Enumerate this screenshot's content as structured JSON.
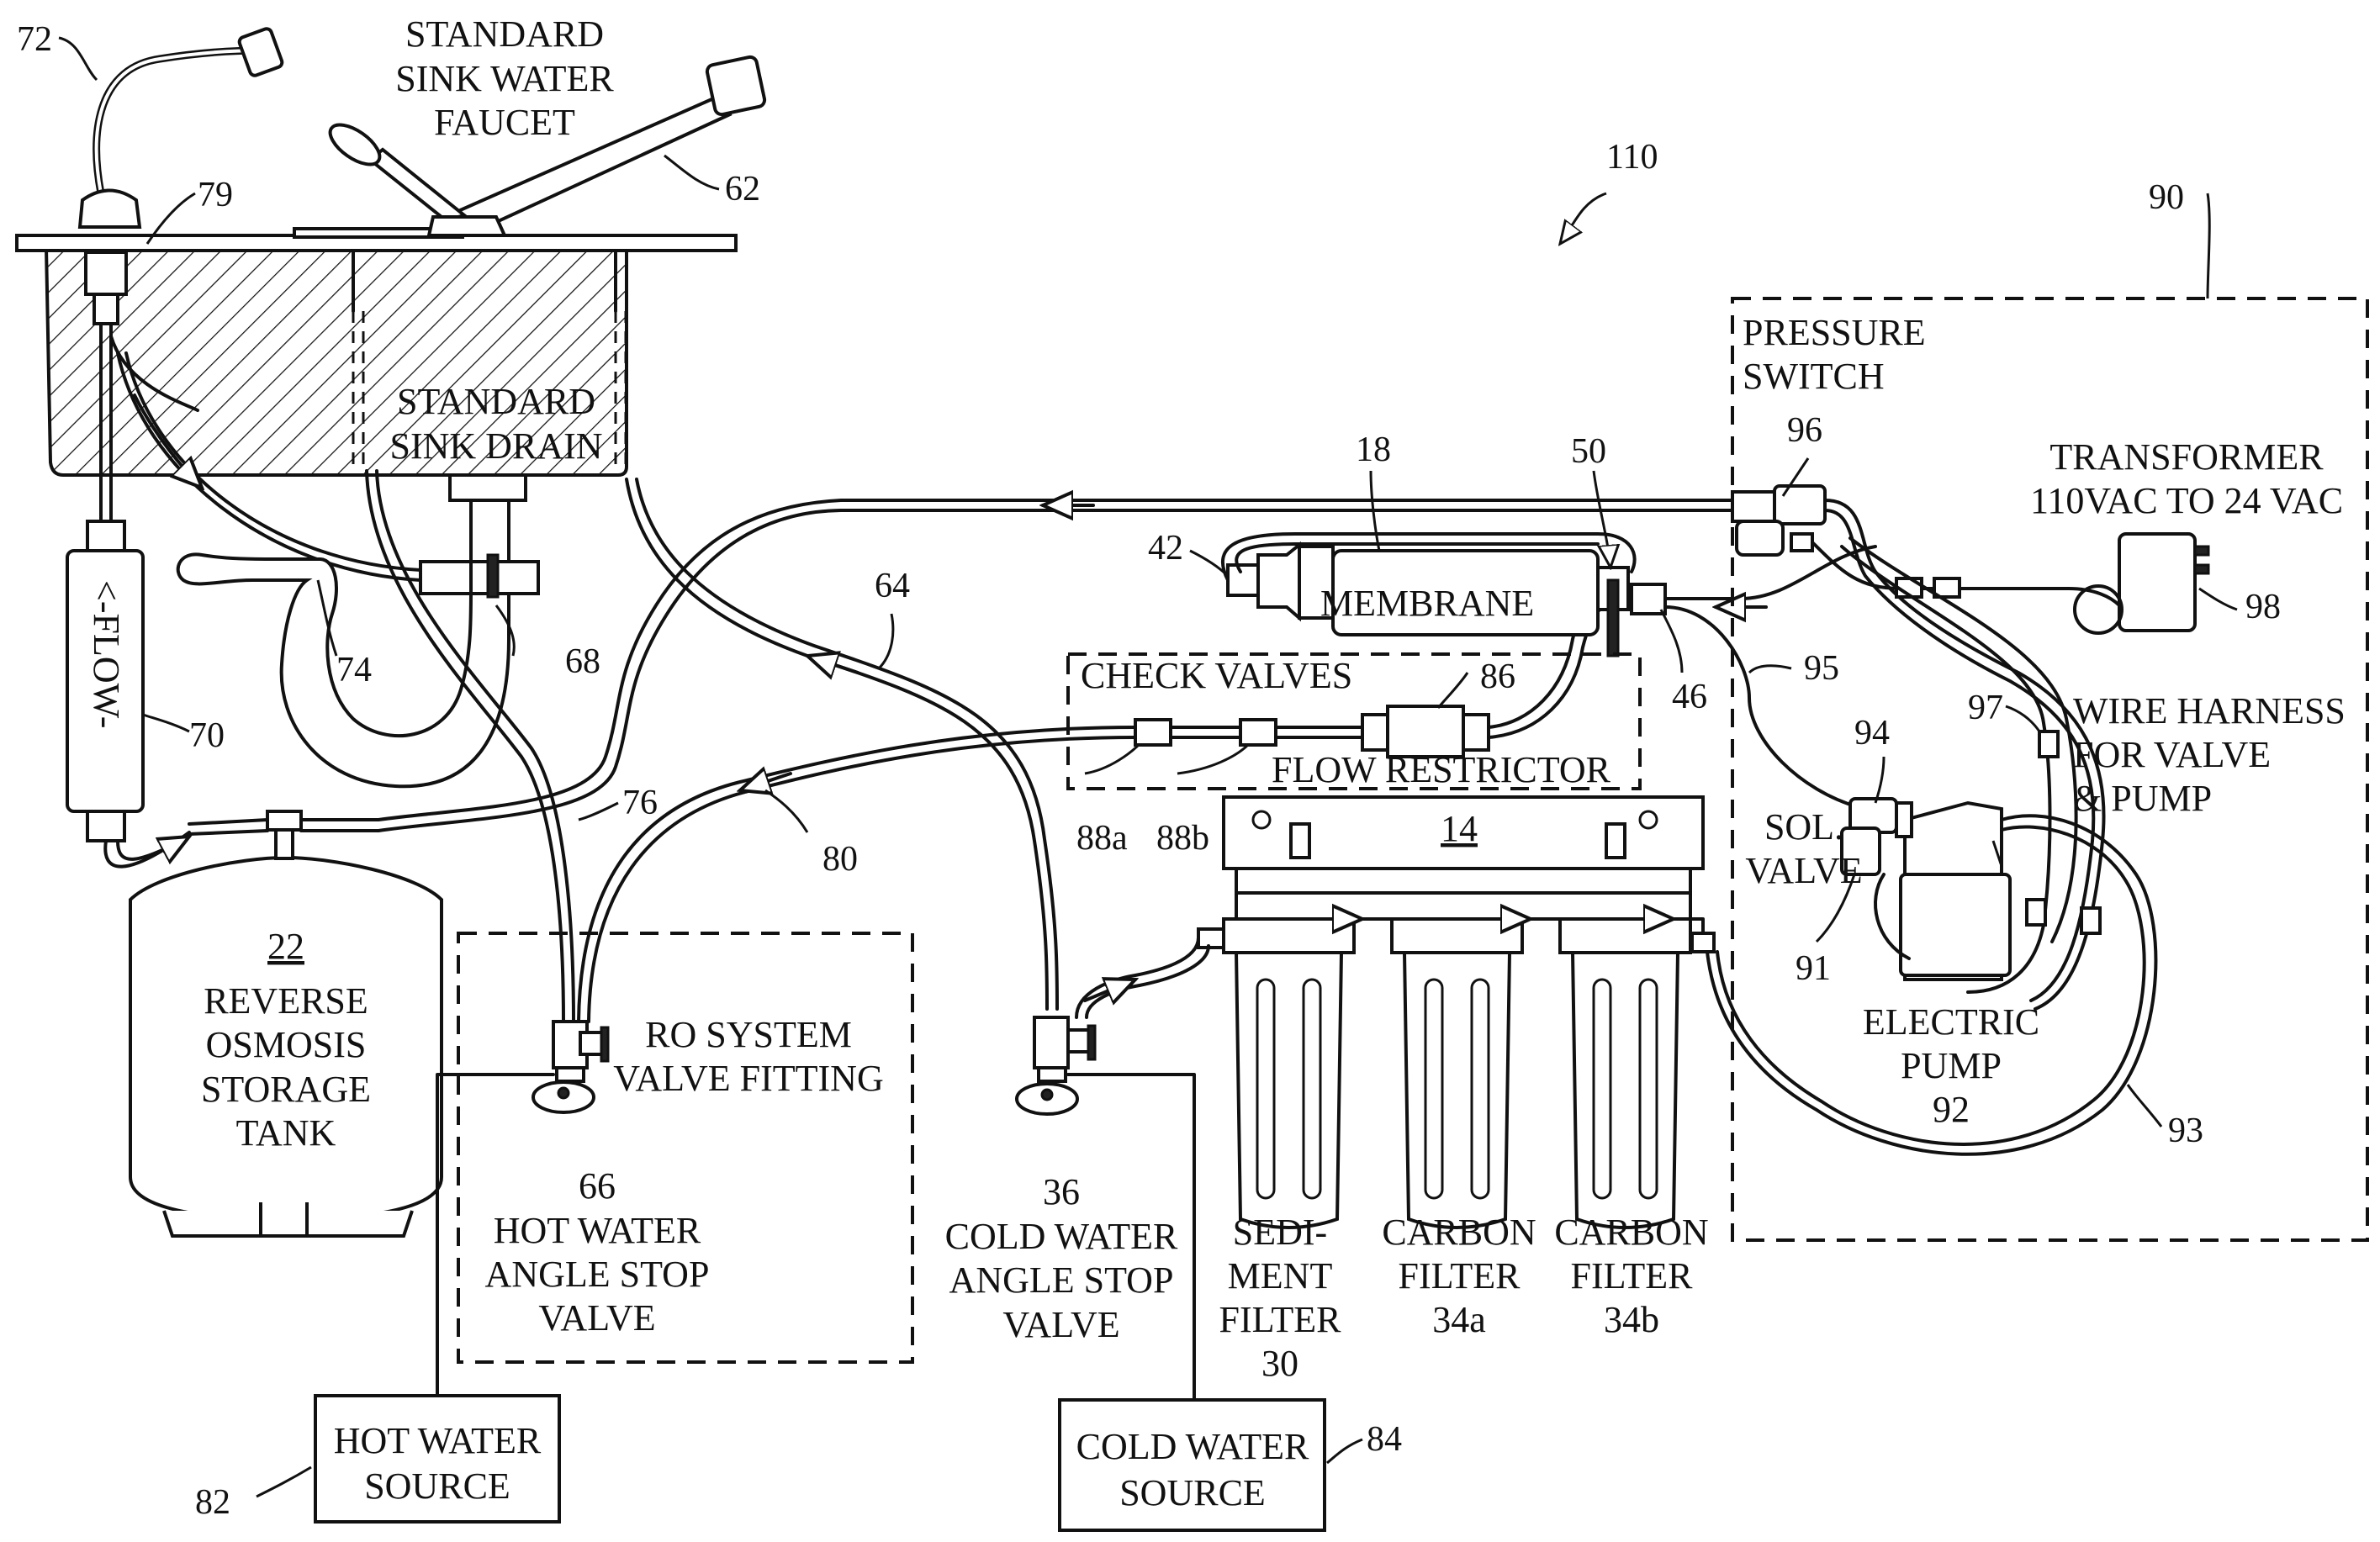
{
  "labels": {
    "faucet": [
      "STANDARD",
      "SINK WATER",
      "FAUCET"
    ],
    "drain": [
      "STANDARD",
      "SINK DRAIN"
    ],
    "pressure_switch": [
      "PRESSURE",
      "SWITCH"
    ],
    "transformer": [
      "TRANSFORMER",
      "110VAC TO 24 VAC"
    ],
    "membrane": "MEMBRANE",
    "check_valves": "CHECK VALVES",
    "flow_restrictor": "FLOW RESTRICTOR",
    "wire_harness": [
      "WIRE HARNESS",
      "FOR VALVE",
      "& PUMP"
    ],
    "sol_valve": [
      "SOL.",
      "VALVE"
    ],
    "electric_pump": [
      "ELECTRIC",
      "PUMP",
      "92"
    ],
    "flow": "<-FLOW-",
    "tank": [
      "22",
      "REVERSE",
      "OSMOSIS",
      "STORAGE",
      "TANK"
    ],
    "ro_valve_fitting": [
      "RO SYSTEM",
      "VALVE FITTING"
    ],
    "hot_angle_stop": [
      "66",
      "HOT WATER",
      "ANGLE STOP",
      "VALVE"
    ],
    "cold_angle_stop": [
      "36",
      "COLD WATER",
      "ANGLE STOP",
      "VALVE"
    ],
    "sediment_filter": [
      "SEDI-",
      "MENT",
      "FILTER",
      "30"
    ],
    "carbon_filter_a": [
      "CARBON",
      "FILTER",
      "34a"
    ],
    "carbon_filter_b": [
      "CARBON",
      "FILTER",
      "34b"
    ],
    "hot_source": [
      "HOT WATER",
      "SOURCE"
    ],
    "cold_source": [
      "COLD WATER",
      "SOURCE"
    ],
    "manifold": "14"
  },
  "refs": {
    "r72": "72",
    "r79": "79",
    "r62": "62",
    "r110": "110",
    "r90": "90",
    "r18": "18",
    "r50": "50",
    "r96": "96",
    "r42": "42",
    "r46": "46",
    "r98": "98",
    "r74": "74",
    "r68": "68",
    "r64": "64",
    "r86": "86",
    "r95": "95",
    "r97": "97",
    "r94": "94",
    "r70": "70",
    "r76": "76",
    "r80": "80",
    "r88a": "88a",
    "r88b": "88b",
    "r91": "91",
    "r93": "93",
    "r82": "82",
    "r84": "84"
  }
}
